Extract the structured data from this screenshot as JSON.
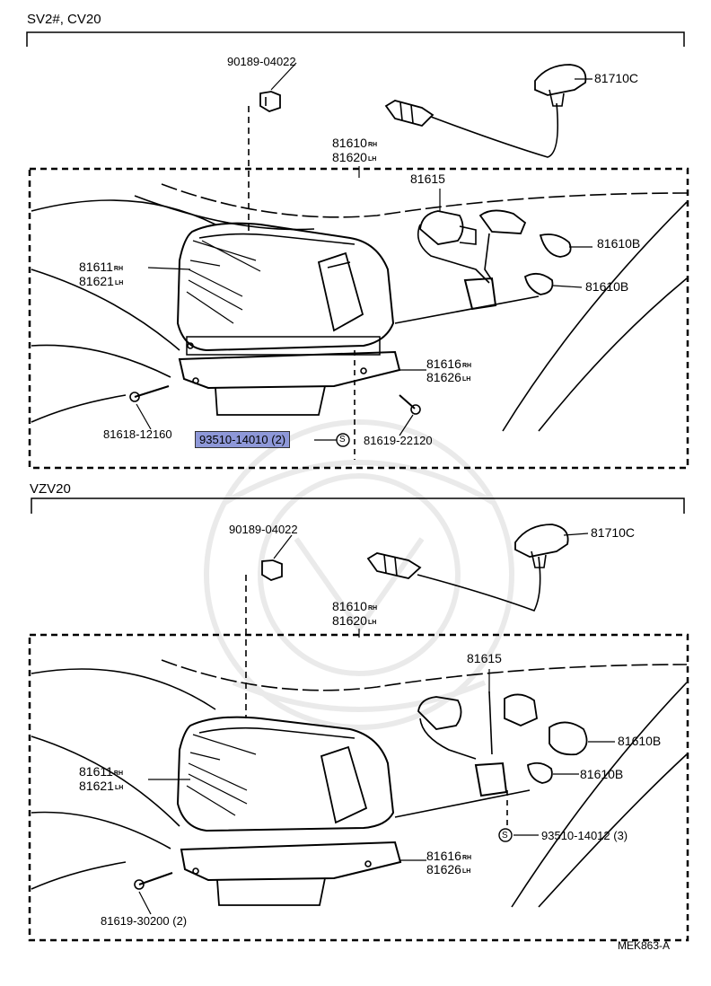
{
  "sections": [
    {
      "header": "SV2#, CV20",
      "labels": {
        "clip": "90189-04022",
        "socket_wire": "81710C",
        "lamp_assy_1": "81610",
        "lamp_assy_1_side": "RH",
        "lamp_assy_2": "81620",
        "lamp_assy_2_side": "LH",
        "socket": "81615",
        "bulb_a": "81610B",
        "bulb_b": "81610B",
        "lens_1": "81611",
        "lens_1_side": "RH",
        "lens_2": "81621",
        "lens_2_side": "LH",
        "gasket_1": "81616",
        "gasket_1_side": "RH",
        "gasket_2": "81626",
        "gasket_2_side": "LH",
        "screw_left": "81618-12160",
        "screw_right": "81619-22120",
        "highlight": "93510-14010 (2)",
        "s_mark": "S"
      }
    },
    {
      "header": "VZV20",
      "labels": {
        "clip": "90189-04022",
        "socket_wire": "81710C",
        "lamp_assy_1": "81610",
        "lamp_assy_1_side": "RH",
        "lamp_assy_2": "81620",
        "lamp_assy_2_side": "LH",
        "socket": "81615",
        "bulb_a": "81610B",
        "bulb_b": "81610B",
        "lens_1": "81611",
        "lens_1_side": "RH",
        "lens_2": "81621",
        "lens_2_side": "LH",
        "gasket_1": "81616",
        "gasket_1_side": "RH",
        "gasket_2": "81626",
        "gasket_2_side": "LH",
        "screw_left": "81619-30200 (2)",
        "screw_right": "93510-14012 (3)",
        "s_mark": "S"
      }
    }
  ],
  "footer_code": "MEK863-A",
  "colors": {
    "highlight": "#8e98d8",
    "ink": "#000000"
  }
}
